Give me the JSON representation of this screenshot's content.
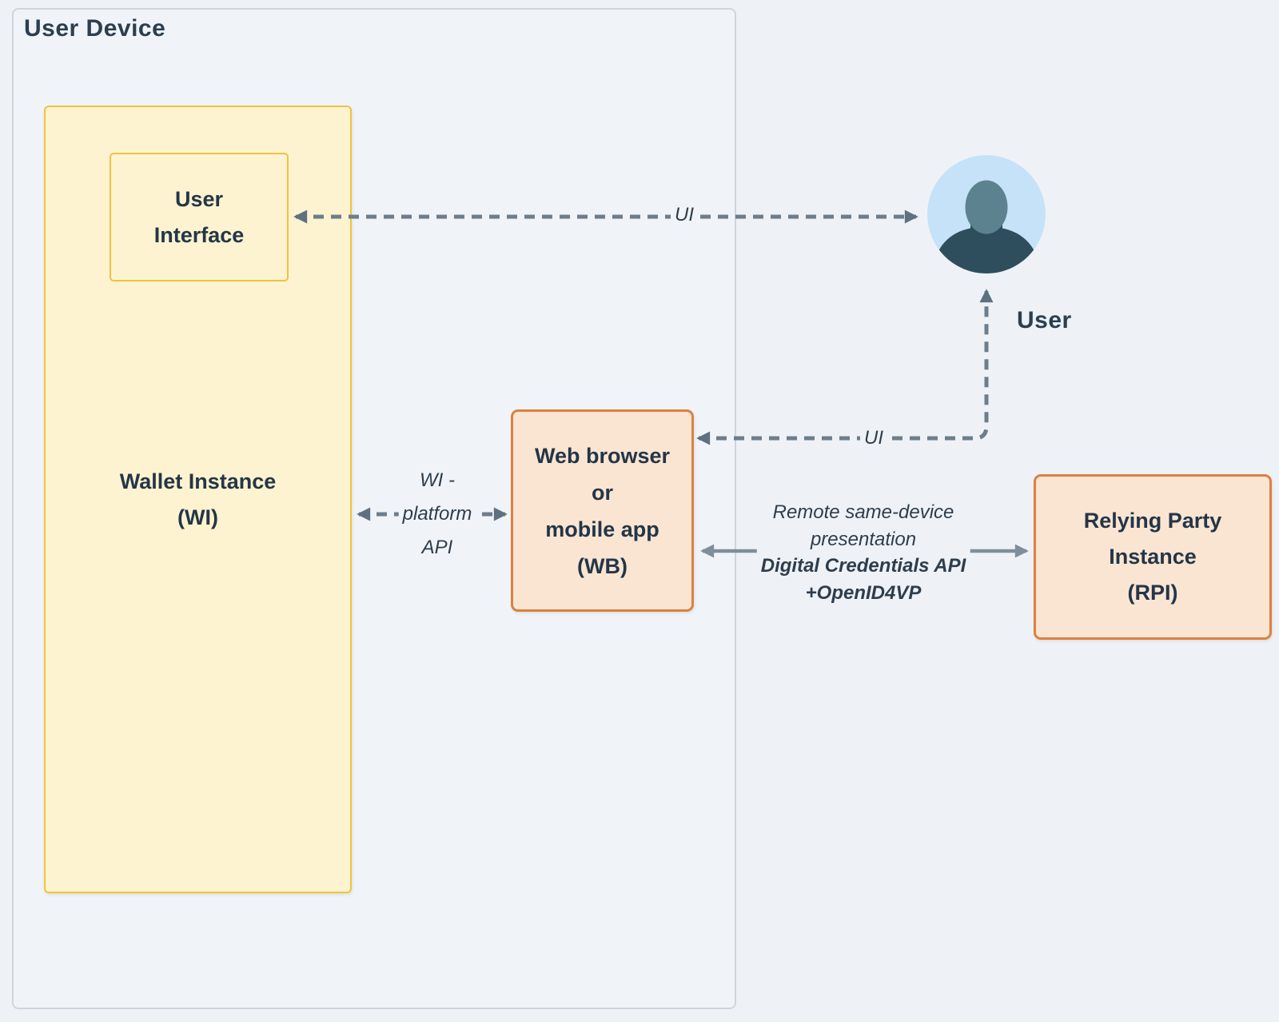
{
  "diagram": {
    "title": "User Device",
    "nodes": {
      "wallet_instance": {
        "lines": [
          "Wallet Instance",
          "(WI)"
        ]
      },
      "user_interface": {
        "lines": [
          "User",
          "Interface"
        ]
      },
      "web_browser": {
        "lines": [
          "Web browser",
          "or",
          "mobile app",
          "(WB)"
        ]
      },
      "relying_party": {
        "lines": [
          "Relying Party",
          "Instance",
          "(RPI)"
        ]
      },
      "user": {
        "label": "User"
      }
    },
    "edges": {
      "ui_top": {
        "label": "UI"
      },
      "ui_side": {
        "label": "UI"
      },
      "wi_platform_api": {
        "lines": [
          "WI -",
          "platform",
          "API"
        ]
      },
      "remote_presentation": {
        "lines": [
          "Remote same-device",
          "presentation",
          "Digital Credentials API",
          "+OpenID4VP"
        ]
      }
    },
    "colors": {
      "background": "#eef2f6",
      "user_device_fill": "#f0f4f8",
      "user_device_border": "#cdd5dc",
      "wallet_fill": "#fdf3d0",
      "wallet_border": "#efc33e",
      "browser_fill": "#fae5d3",
      "browser_border": "#dd8041",
      "node_text": "#243647",
      "dashed_arrow": "#6d7d8b",
      "solid_arrow": "#7f8e9b",
      "avatar_circle": "#c6e2f9",
      "avatar_head": "#5d828f",
      "avatar_body": "#2e4e5e"
    }
  }
}
